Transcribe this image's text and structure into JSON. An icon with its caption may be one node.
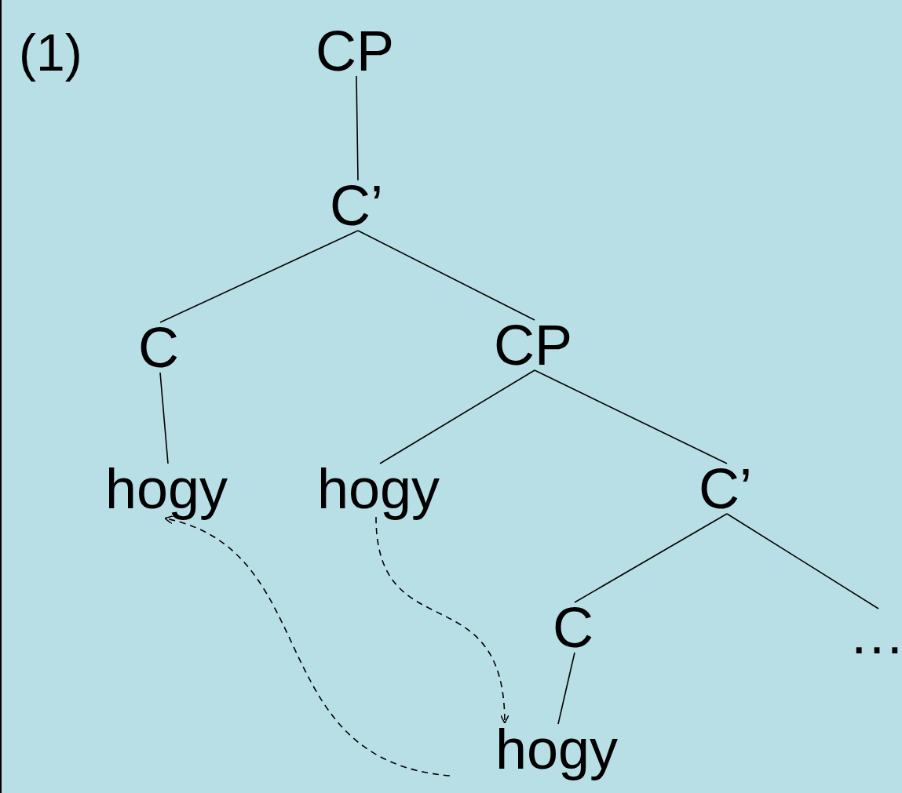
{
  "diagram": {
    "nodes": [
      {
        "text": [
          "CP"
        ]
      },
      {
        "text": [
          "C’"
        ]
      },
      {
        "text": [
          "C"
        ]
      },
      {
        "text": [
          "CP"
        ]
      },
      {
        "text": [
          "hogy"
        ]
      },
      {
        "text": [
          "hogy"
        ]
      },
      {
        "text": [
          "C’"
        ]
      },
      {
        "text": [
          "C"
        ]
      },
      {
        "text": [
          "…"
        ]
      },
      {
        "text": [
          "hogy"
        ]
      }
    ],
    "edges": [
      {
        "from": 0,
        "to": 1,
        "arrow": "none"
      },
      {
        "from": 1,
        "to": 2,
        "arrow": "none"
      },
      {
        "from": 1,
        "to": 3,
        "arrow": "none"
      },
      {
        "from": 2,
        "to": 4,
        "arrow": "none"
      },
      {
        "from": 3,
        "to": 5,
        "arrow": "none"
      },
      {
        "from": 3,
        "to": 6,
        "arrow": "none"
      },
      {
        "from": 6,
        "to": 7,
        "arrow": "none"
      },
      {
        "from": 6,
        "to": 8,
        "arrow": "none"
      },
      {
        "from": 7,
        "to": 9,
        "arrow": "none"
      },
      {
        "from": 5,
        "to": 9,
        "arrow": "to",
        "style": "dashed"
      },
      {
        "from": 9,
        "to": 4,
        "arrow": "to",
        "style": "dashed"
      }
    ],
    "labels": [
      "(1)"
    ]
  }
}
